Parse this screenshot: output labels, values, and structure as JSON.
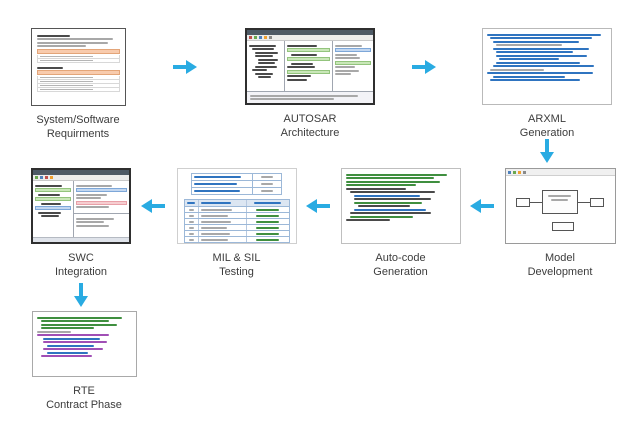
{
  "flow": {
    "arrow_color": "#29abe2",
    "nodes": [
      {
        "id": "requirements",
        "label": "System/Software\nRequirments",
        "thumbnail": "requirements-document-screenshot"
      },
      {
        "id": "autosar-architecture",
        "label": "AUTOSAR\nArchitecture",
        "thumbnail": "autosar-authoring-tool-screenshot"
      },
      {
        "id": "arxml-generation",
        "label": "ARXML\nGeneration",
        "thumbnail": "arxml-xml-code-screenshot"
      },
      {
        "id": "model-development",
        "label": "Model\nDevelopment",
        "thumbnail": "simulink-model-screenshot"
      },
      {
        "id": "auto-code-generation",
        "label": "Auto-code\nGeneration",
        "thumbnail": "generated-c-code-screenshot"
      },
      {
        "id": "mil-sil-testing",
        "label": "MIL & SIL\nTesting",
        "thumbnail": "test-results-table-screenshot"
      },
      {
        "id": "swc-integration",
        "label": "SWC\nIntegration",
        "thumbnail": "swc-integration-ide-screenshot"
      },
      {
        "id": "rte-contract-phase",
        "label": "RTE\nContract Phase",
        "thumbnail": "rte-header-code-screenshot"
      }
    ],
    "edges": [
      {
        "from": "requirements",
        "to": "autosar-architecture",
        "direction": "right"
      },
      {
        "from": "autosar-architecture",
        "to": "arxml-generation",
        "direction": "right"
      },
      {
        "from": "arxml-generation",
        "to": "model-development",
        "direction": "down"
      },
      {
        "from": "model-development",
        "to": "auto-code-generation",
        "direction": "left"
      },
      {
        "from": "auto-code-generation",
        "to": "mil-sil-testing",
        "direction": "left"
      },
      {
        "from": "mil-sil-testing",
        "to": "swc-integration",
        "direction": "left"
      },
      {
        "from": "swc-integration",
        "to": "rte-contract-phase",
        "direction": "down"
      }
    ]
  }
}
